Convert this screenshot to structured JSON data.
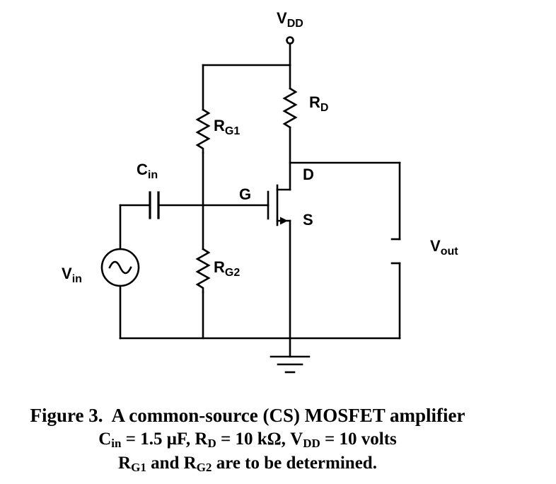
{
  "circuit": {
    "labels": {
      "vdd": {
        "main": "V",
        "sub": "DD"
      },
      "rd": {
        "main": "R",
        "sub": "D"
      },
      "rg1": {
        "main": "R",
        "sub": "G1"
      },
      "rg2": {
        "main": "R",
        "sub": "G2"
      },
      "cin": {
        "main": "C",
        "sub": "in"
      },
      "vin": {
        "main": "V",
        "sub": "in"
      },
      "vout": {
        "main": "V",
        "sub": "out"
      },
      "gate": "G",
      "drain": "D",
      "source": "S"
    }
  },
  "caption": {
    "line1": "Figure 3.  A common-source (CS) MOSFET amplifier",
    "line2": [
      {
        "t": "C"
      },
      {
        "s": "in"
      },
      {
        "t": " = 1.5 μF, R"
      },
      {
        "s": "D"
      },
      {
        "t": " = 10 kΩ, V"
      },
      {
        "s": "DD"
      },
      {
        "t": " = 10 volts"
      }
    ],
    "line3": [
      {
        "t": "R"
      },
      {
        "s": "G1"
      },
      {
        "t": " and R"
      },
      {
        "s": "G2"
      },
      {
        "t": " are to be determined."
      }
    ]
  }
}
